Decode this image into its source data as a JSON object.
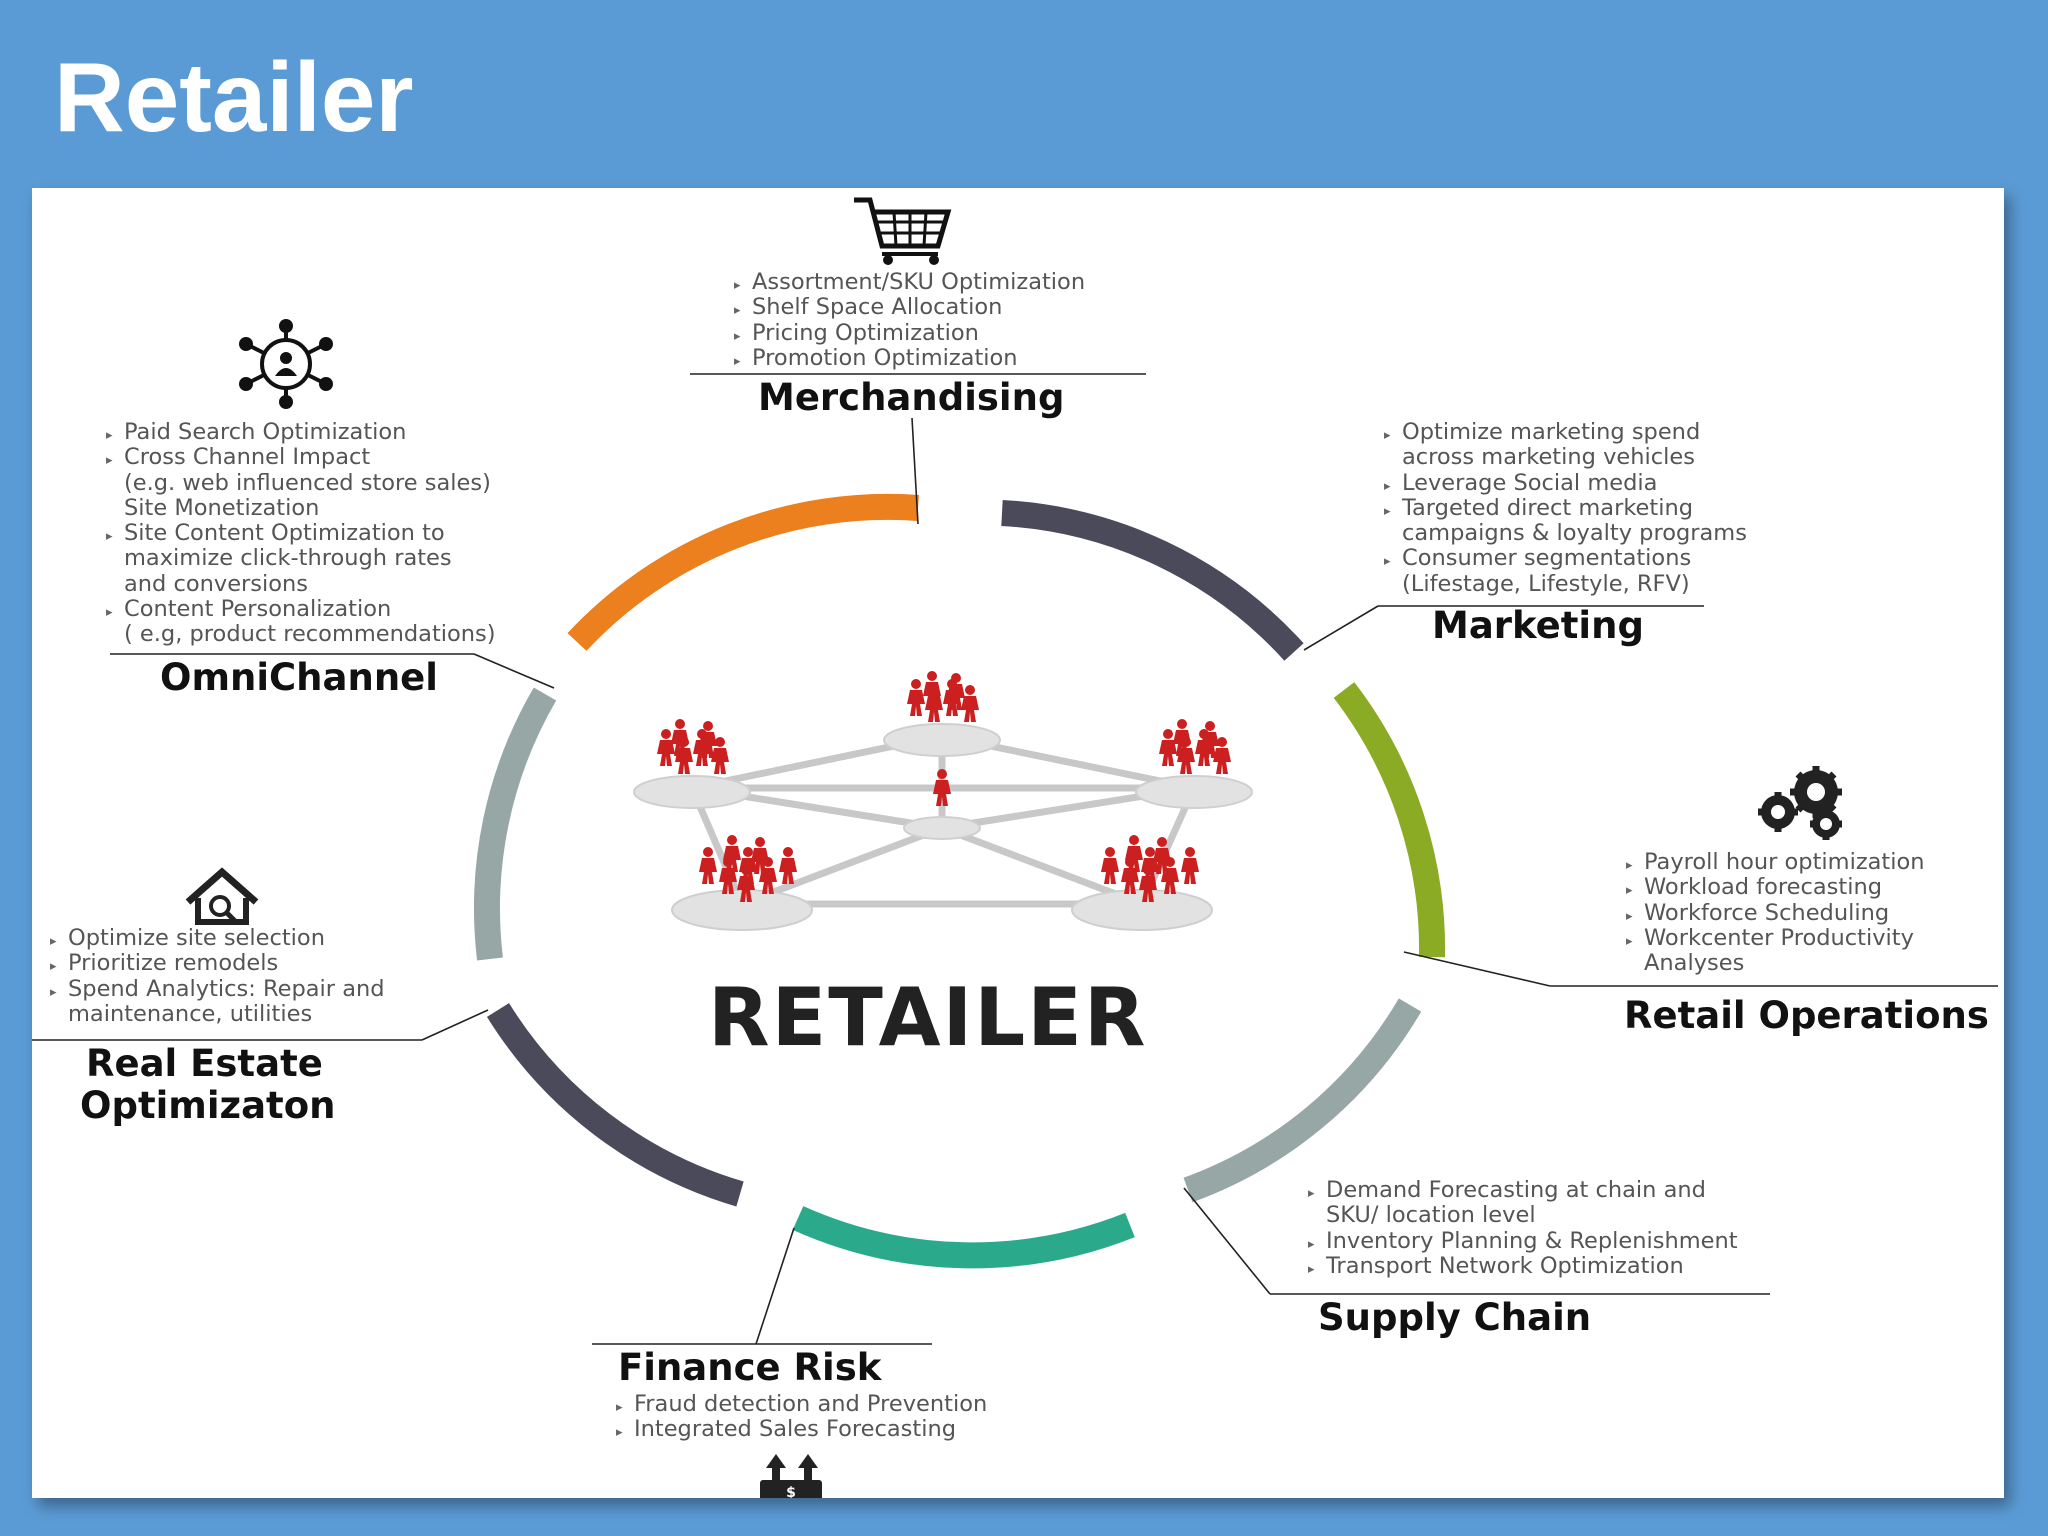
{
  "slide": {
    "title": "Retailer"
  },
  "center": {
    "label": "RETAILER",
    "image": "network-of-people-groups"
  },
  "colors": {
    "background": "#5b9bd5",
    "orange": "#ec7f1e",
    "dark": "#4a4a5a",
    "green": "#8aab23",
    "gray": "#97a7a6",
    "teal": "#2aa98b",
    "people": "#cc1f1f"
  },
  "sections": {
    "merchandising": {
      "title": "Merchandising",
      "icon": "shopping-cart-icon",
      "items": [
        "Assortment/SKU Optimization",
        "Shelf Space Allocation",
        "Pricing Optimization",
        "Promotion Optimization"
      ]
    },
    "omnichannel": {
      "title": "OmniChannel",
      "icon": "network-hub-icon",
      "items": [
        "Paid Search Optimization",
        "Cross Channel Impact\n(e.g. web influenced store sales)\nSite Monetization",
        "Site Content Optimization to\nmaximize click-through rates\nand conversions",
        "Content Personalization\n( e.g, product recommendations)"
      ]
    },
    "marketing": {
      "title": "Marketing",
      "items": [
        "Optimize marketing spend\nacross marketing vehicles",
        "Leverage Social media",
        "Targeted direct marketing\ncampaigns & loyalty programs",
        "Consumer segmentations\n(Lifestage, Lifestyle, RFV)"
      ]
    },
    "retail_operations": {
      "title": "Retail Operations",
      "icon": "gears-icon",
      "items": [
        "Payroll hour optimization",
        "Workload forecasting",
        "Workforce Scheduling",
        "Workcenter Productivity\nAnalyses"
      ]
    },
    "real_estate": {
      "title_line1": "Real Estate",
      "title_line2": "Optimizaton",
      "icon": "house-search-icon",
      "items": [
        "Optimize site selection",
        "Prioritize remodels",
        "Spend Analytics: Repair and\nmaintenance, utilities"
      ]
    },
    "supply_chain": {
      "title": "Supply Chain",
      "items": [
        "Demand Forecasting at chain and\nSKU/ location level",
        "Inventory Planning & Replenishment",
        "Transport Network Optimization"
      ]
    },
    "finance_risk": {
      "title": "Finance Risk",
      "icon": "money-arrows-icon",
      "items": [
        "Fraud detection and Prevention",
        "Integrated Sales Forecasting"
      ]
    }
  }
}
